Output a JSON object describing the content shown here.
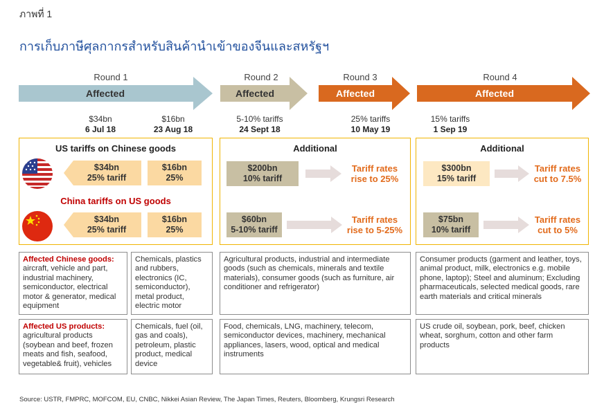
{
  "figure": {
    "label": "ภาพที่ 1",
    "title": "การเก็บภาษีศุลกากรสำหรับสินค้านำเข้าของจีนและสหรัฐฯ"
  },
  "rounds": [
    {
      "label": "Round 1",
      "arrow_text": "Affected",
      "color": "#a9c6cf"
    },
    {
      "label": "Round 2",
      "arrow_text": "Affected",
      "color": "#c8bfa3"
    },
    {
      "label": "Round 3",
      "arrow_text": "Affected",
      "color": "#d9691f"
    },
    {
      "label": "Round 4",
      "arrow_text": "Affected",
      "color": "#d9691f"
    }
  ],
  "timeline": [
    {
      "amount": "$34bn",
      "date": "6 Jul 18"
    },
    {
      "amount": "$16bn",
      "date": "23 Aug 18"
    },
    {
      "amount": "5-10% tariffs",
      "date": "24 Sept 18"
    },
    {
      "amount": "25% tariffs",
      "date": "10 May 19"
    },
    {
      "amount": "15% tariffs",
      "date": "1 Sep 19"
    }
  ],
  "panel1": {
    "us_heading": "US tariffs on Chinese goods",
    "china_heading": "China tariffs on US goods",
    "us_boxes": [
      {
        "line1": "$34bn",
        "line2": "25% tariff"
      },
      {
        "line1": "$16bn",
        "line2": "25%"
      }
    ],
    "china_boxes": [
      {
        "line1": "$34bn",
        "line2": "25% tariff"
      },
      {
        "line1": "$16bn",
        "line2": "25%"
      }
    ]
  },
  "panel2": {
    "heading": "Additional",
    "us_box": {
      "line1": "$200bn",
      "line2": "10% tariff"
    },
    "us_rate": {
      "line1": "Tariff rates",
      "line2": "rise to  25%"
    },
    "china_box": {
      "line1": "$60bn",
      "line2": "5-10% tariff"
    },
    "china_rate": {
      "line1": "Tariff rates",
      "line2": "rise to 5-25%"
    }
  },
  "panel3": {
    "heading": "Additional",
    "us_box": {
      "line1": "$300bn",
      "line2": "15% tariff"
    },
    "us_rate": {
      "line1": "Tariff rates",
      "line2": "cut to  7.5%"
    },
    "china_box": {
      "line1": "$75bn",
      "line2": "10% tariff"
    },
    "china_rate": {
      "line1": "Tariff rates",
      "line2": "cut to  5%"
    }
  },
  "chinese_goods": {
    "heading": "Affected Chinese goods:",
    "r1a": "aircraft, vehicle and part, industrial machinery, semiconductor, electrical motor & generator, medical equipment",
    "r1b": "Chemicals, plastics and rubbers, electronics (IC, semiconductor), metal product, electric motor",
    "r2": "Agricultural products, industrial and intermediate goods (such as chemicals, minerals and textile materials), consumer goods (such as furniture, air conditioner and refrigerator)",
    "r4": "Consumer products (garment and leather, toys, animal product, milk, electronics e.g. mobile phone, laptop); Steel and aluminum; Excluding pharmaceuticals, selected medical goods, rare earth materials and critical minerals"
  },
  "us_products": {
    "heading": "Affected US products:",
    "r1a": "agricultural products (soybean and beef, frozen meats and fish, seafood, vegetable& fruit), vehicles",
    "r1b": "Chemicals, fuel (oil, gas and coals), petroleum, plastic product, medical device",
    "r2": "Food, chemicals, LNG, machinery, telecom, semiconductor devices, machinery, mechanical appliances, lasers, wood, optical and medical instruments",
    "r4": "US crude oil, soybean, pork, beef, chicken wheat, sorghum, cotton and other farm products"
  },
  "source": "Source: USTR, FMPRC, MOFCOM, EU, CNBC, Nikkei Asian Review, The Japan Times, Reuters, Bloomberg, Krungsri Research",
  "colors": {
    "title_blue": "#1f4e9c",
    "panel_border": "#f0b400",
    "rate_orange": "#e26b1c",
    "china_red": "#c00000"
  }
}
